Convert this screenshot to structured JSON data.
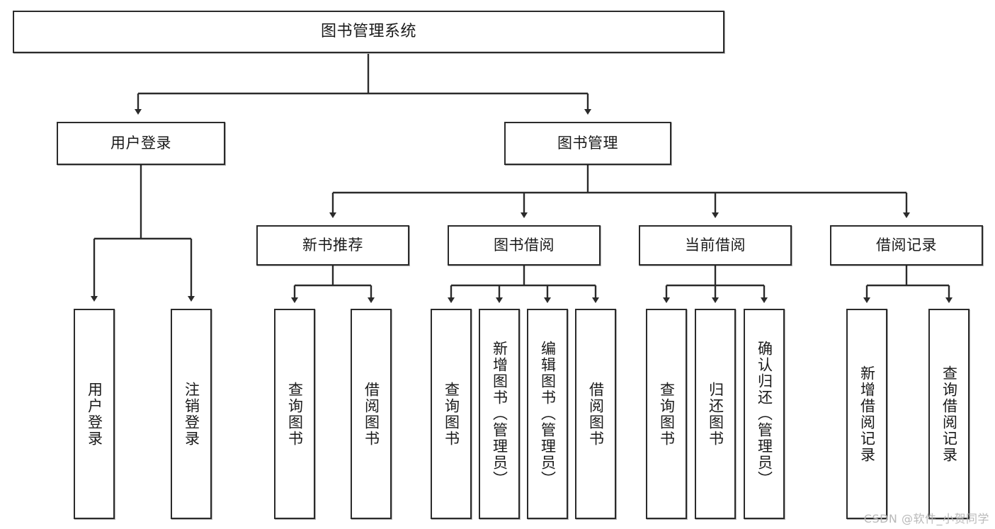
{
  "diagram": {
    "title": "图书管理系统",
    "type": "tree-structure-chart",
    "watermark": "CSDN @软件_小贺同学",
    "colors": {
      "box_border": "#2b2b2b",
      "box_fill": "#ffffff",
      "edge": "#2b2b2b",
      "text": "#1a1a1a",
      "watermark": "#b9b9b9"
    },
    "nodes": {
      "root": {
        "label": "图书管理系统"
      },
      "level2": [
        {
          "label": "用户登录"
        },
        {
          "label": "图书管理"
        }
      ],
      "level3": [
        {
          "label": "新书推荐"
        },
        {
          "label": "图书借阅"
        },
        {
          "label": "当前借阅"
        },
        {
          "label": "借阅记录"
        }
      ],
      "leaves": {
        "user_login": [
          {
            "label": "用户登录"
          },
          {
            "label": "注销登录"
          }
        ],
        "new_book_recommend": [
          {
            "label": "查询图书"
          },
          {
            "label": "借阅图书"
          }
        ],
        "book_borrow": [
          {
            "label": "查询图书"
          },
          {
            "label": "新增图书（管理员）"
          },
          {
            "label": "编辑图书（管理员）"
          },
          {
            "label": "借阅图书"
          }
        ],
        "current_borrow": [
          {
            "label": "查询图书"
          },
          {
            "label": "归还图书"
          },
          {
            "label": "确认归还（管理员）"
          }
        ],
        "borrow_record": [
          {
            "label": "新增借阅记录"
          },
          {
            "label": "查询借阅记录"
          }
        ]
      }
    }
  }
}
